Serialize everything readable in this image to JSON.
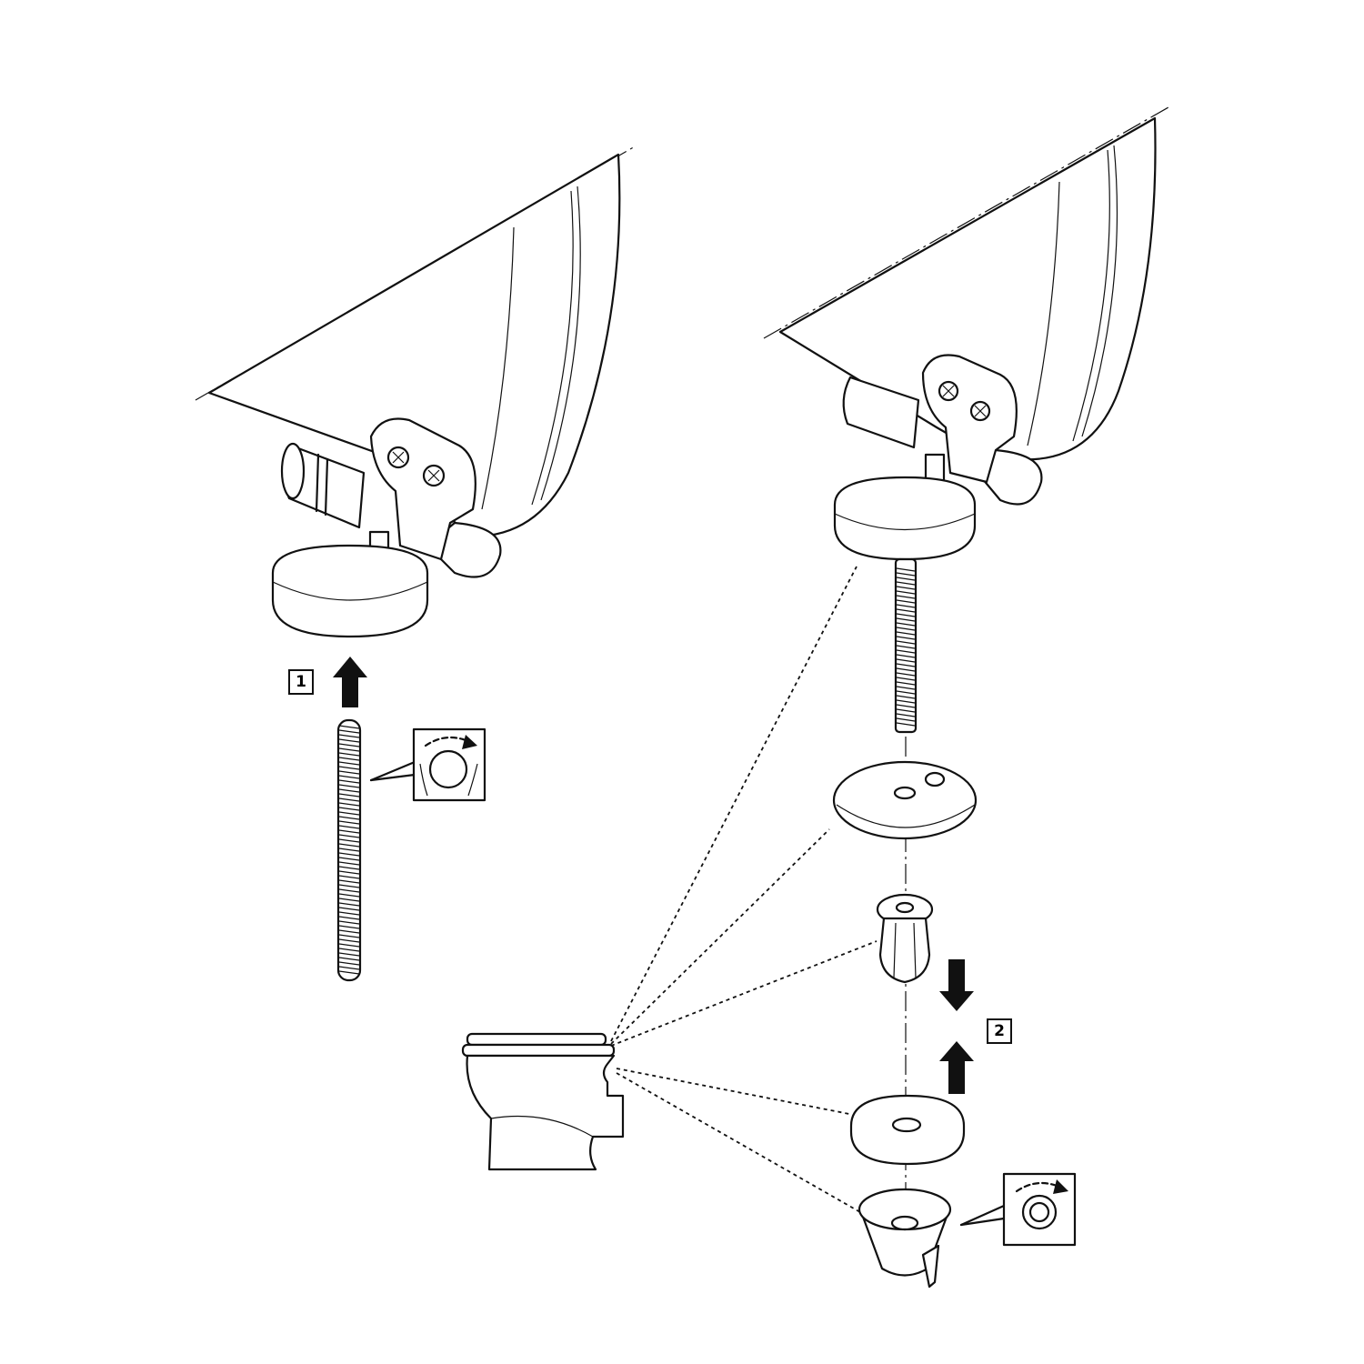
{
  "steps": [
    {
      "label": "1"
    },
    {
      "label": "2"
    }
  ],
  "icons": [
    "arrow-up-icon",
    "arrow-down-icon",
    "hand-rotate-icon",
    "threaded-rod",
    "toilet-bowl",
    "hinge-assembly"
  ]
}
